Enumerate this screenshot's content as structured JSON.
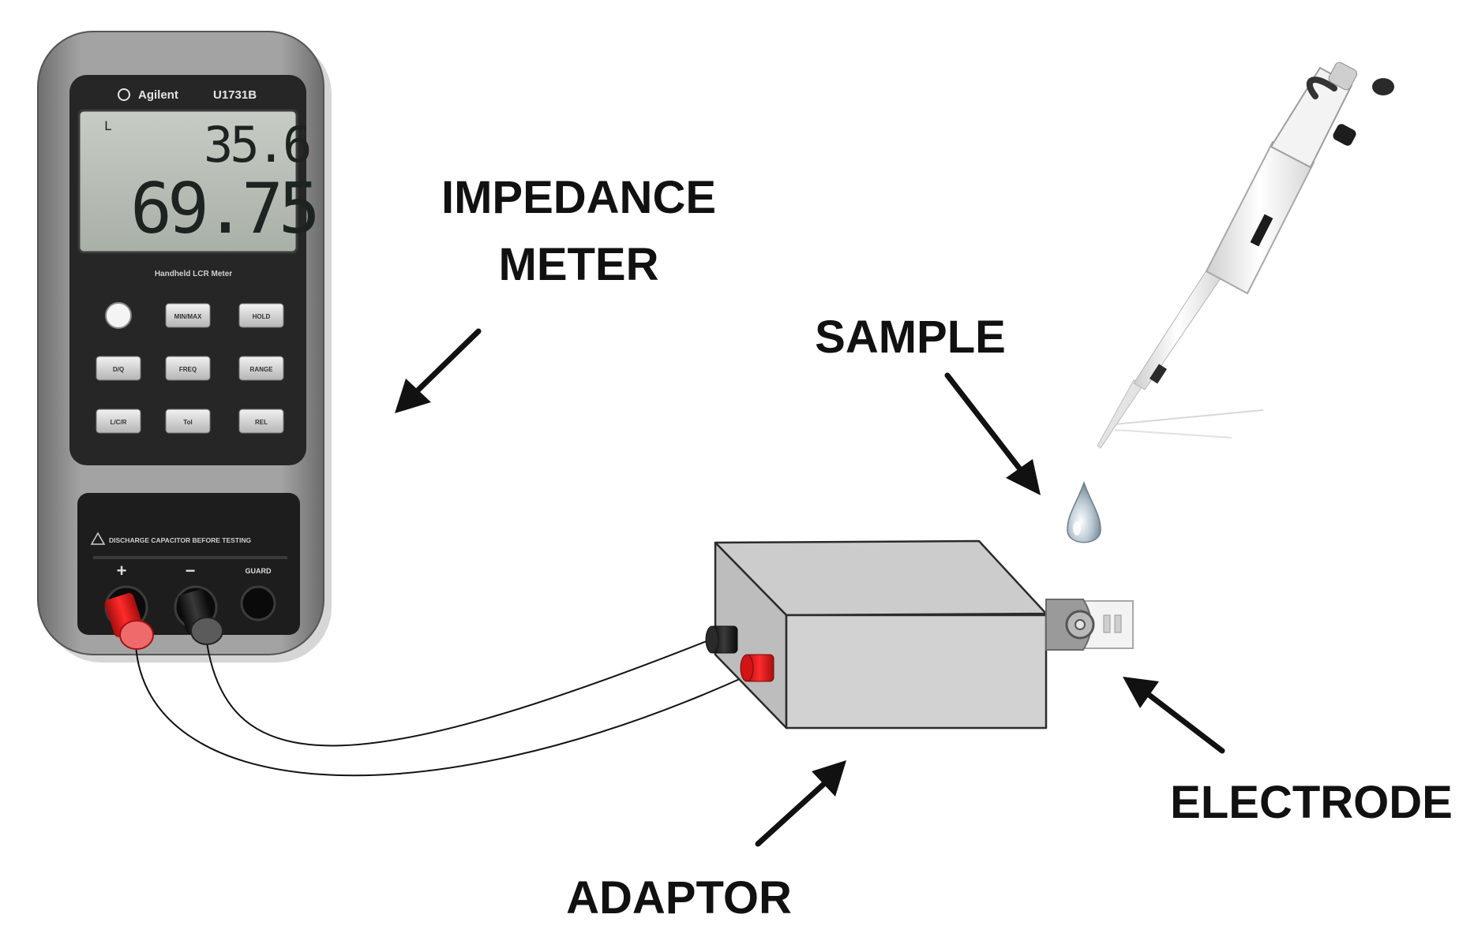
{
  "labels": {
    "impedance_meter_line1": "IMPEDANCE",
    "impedance_meter_line2": "METER",
    "sample": "SAMPLE",
    "adaptor": "ADAPTOR",
    "electrode": "ELECTRODE"
  },
  "meter": {
    "brand": "Agilent",
    "model": "U1731B",
    "display_primary": "69.75",
    "display_secondary": "35.6",
    "display_mode": "L",
    "subtitle": "Handheld LCR Meter",
    "warning": "DISCHARGE CAPACITOR BEFORE TESTING",
    "terminal_plus": "+",
    "terminal_minus": "−",
    "terminal_guard": "GUARD",
    "buttons": [
      "",
      "MIN/MAX",
      "HOLD",
      "D/Q",
      "FREQ",
      "RANGE",
      "L/C/R",
      "Tol",
      "REL"
    ]
  },
  "colors": {
    "meter_body": "#8f8f8f",
    "meter_face": "#2a2a2a",
    "lcd": "#b9c0b7",
    "adaptor": "#d0d0d0",
    "red_terminal": "#e01a1a",
    "black_terminal": "#1e1e1e"
  },
  "icons": {
    "arrow": "arrow-icon",
    "droplet": "droplet-icon",
    "pipette": "pipette-icon"
  }
}
